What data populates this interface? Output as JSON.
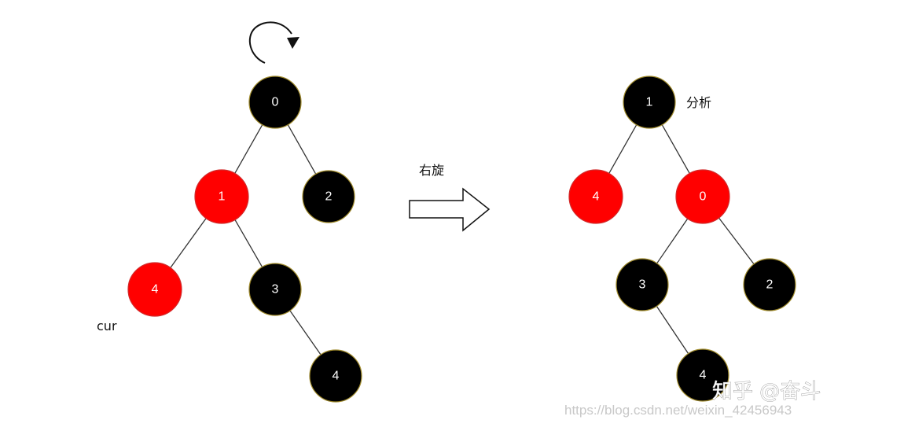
{
  "diagram": {
    "left_tree": {
      "nodes": [
        {
          "id": "L0",
          "label": "0",
          "color": "black"
        },
        {
          "id": "L1",
          "label": "1",
          "color": "red"
        },
        {
          "id": "L2",
          "label": "2",
          "color": "black"
        },
        {
          "id": "L4a",
          "label": "4",
          "color": "red"
        },
        {
          "id": "L3",
          "label": "3",
          "color": "black"
        },
        {
          "id": "L4b",
          "label": "4",
          "color": "black"
        }
      ],
      "edges": [
        [
          "L0",
          "L1"
        ],
        [
          "L0",
          "L2"
        ],
        [
          "L1",
          "L4a"
        ],
        [
          "L1",
          "L3"
        ],
        [
          "L3",
          "L4b"
        ]
      ]
    },
    "right_tree": {
      "nodes": [
        {
          "id": "R1",
          "label": "1",
          "color": "black"
        },
        {
          "id": "R4",
          "label": "4",
          "color": "red"
        },
        {
          "id": "R0",
          "label": "0",
          "color": "red"
        },
        {
          "id": "R3",
          "label": "3",
          "color": "black"
        },
        {
          "id": "R2",
          "label": "2",
          "color": "black"
        },
        {
          "id": "R4b",
          "label": "4",
          "color": "black"
        }
      ],
      "edges": [
        [
          "R1",
          "R4"
        ],
        [
          "R1",
          "R0"
        ],
        [
          "R0",
          "R3"
        ],
        [
          "R0",
          "R2"
        ],
        [
          "R3",
          "R4b"
        ]
      ]
    },
    "labels": {
      "cur": "cur",
      "rotate": "右旋",
      "analysis": "分析"
    },
    "colors": {
      "red_fill": "#ff0000",
      "red_border": "#d12a2a",
      "black_fill": "#000000",
      "black_border": "#a08b2d",
      "edge": "#333333"
    }
  },
  "watermark": {
    "main": "知乎 @奋斗",
    "url": "https://blog.csdn.net/weixin_42456943"
  }
}
